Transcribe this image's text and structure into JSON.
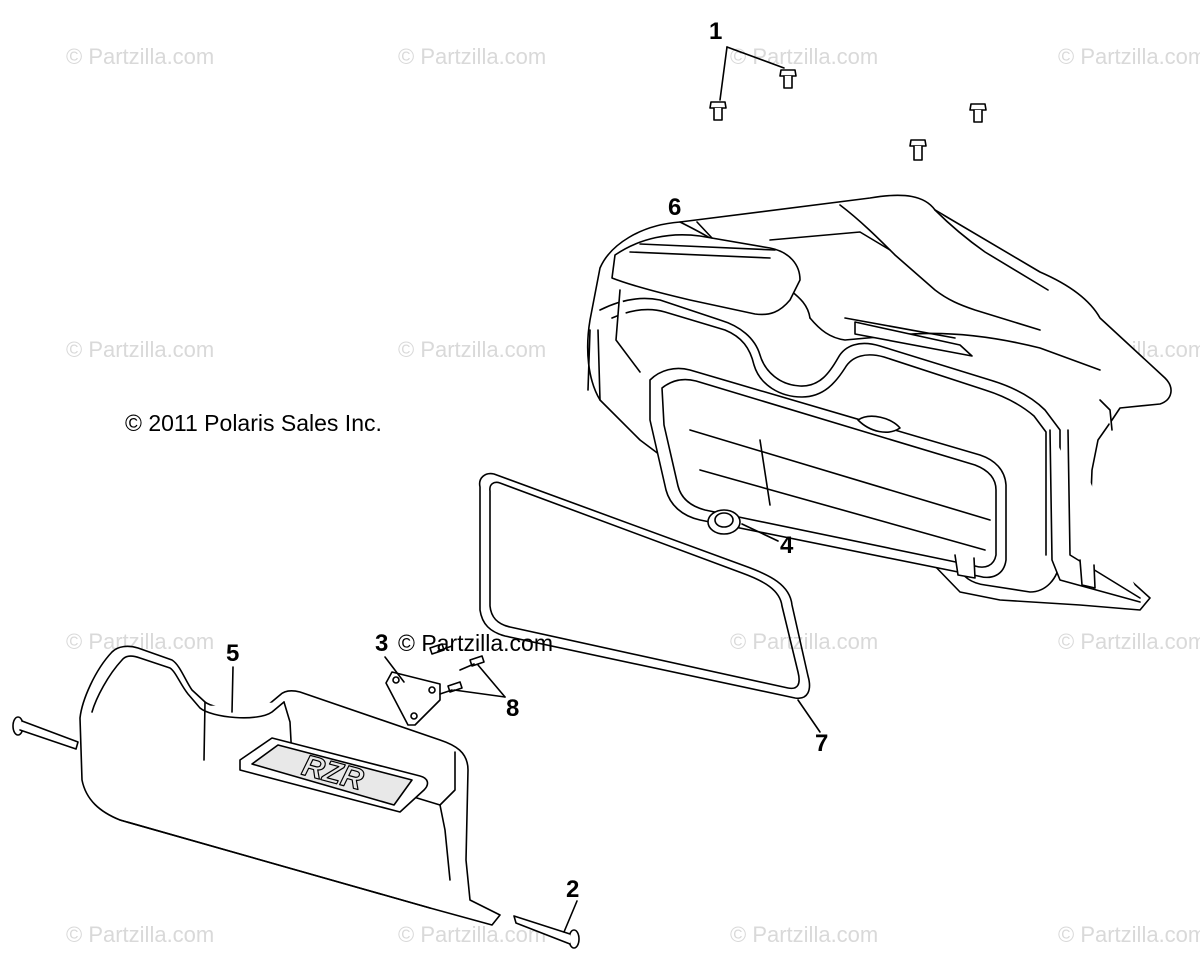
{
  "copyright": "© 2011 Polaris Sales Inc.",
  "inline_watermark": "© Partzilla.com",
  "watermark_text": "© Partzilla.com",
  "callouts": [
    "1",
    "2",
    "3",
    "4",
    "5",
    "6",
    "7",
    "8"
  ],
  "logo_text": "RZR",
  "colors": {
    "line": "#000000",
    "part_fill": "#ffffff",
    "watermark": "#d9d9d9"
  }
}
